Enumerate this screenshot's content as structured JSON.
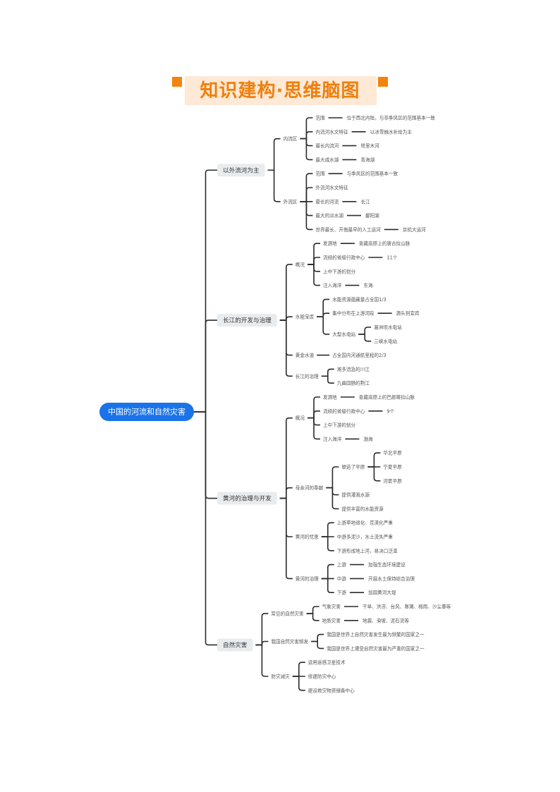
{
  "title": "知识建构·思维脑图",
  "colors": {
    "accent": "#f5820d",
    "title_bg": "#fde9d6",
    "root_fill": "#1a73e8",
    "branch_fill": "#e9ecef",
    "line": "#2b2b2b"
  },
  "mindmap": {
    "root": "中国的河流和自然灾害",
    "branches": [
      {
        "label": "以外流河为主",
        "children": [
          {
            "label": "内流区",
            "children": [
              {
                "label": "范围",
                "value": "位于西北内陆，与非季风区的范围基本一致"
              },
              {
                "label": "内流河水文特征",
                "value": "以冰雪融水补给为主"
              },
              {
                "label": "最长内流河",
                "value": "塔里木河"
              },
              {
                "label": "最大咸水湖",
                "value": "青海湖"
              }
            ]
          },
          {
            "label": "外流区",
            "children": [
              {
                "label": "范围",
                "value": "与季风区的范围基本一致"
              },
              {
                "label": "外流河水文特征"
              },
              {
                "label": "最长的河流",
                "value": "长江"
              },
              {
                "label": "最大的淡水湖",
                "value": "鄱阳湖"
              },
              {
                "label": "世界最长、开凿最早的人工运河",
                "value": "京杭大运河"
              }
            ]
          }
        ]
      },
      {
        "label": "长江的开发与治理",
        "children": [
          {
            "label": "概况",
            "children": [
              {
                "label": "发源地",
                "value": "青藏高原上的唐古拉山脉"
              },
              {
                "label": "流经的省级行政中心",
                "value": "11个"
              },
              {
                "label": "上中下游的划分"
              },
              {
                "label": "注入海洋",
                "value": "东海"
              }
            ]
          },
          {
            "label": "水能宝库",
            "children": [
              {
                "label": "水能资源蕴藏量占全国1/3"
              },
              {
                "label": "集中分布在上游河段",
                "value": "源头到宜宾"
              },
              {
                "label": "大型水电站",
                "children": [
                  {
                    "label": "葛洲坝水电站"
                  },
                  {
                    "label": "三峡水电站"
                  }
                ]
              }
            ]
          },
          {
            "label": "黄金水道",
            "children": [
              {
                "label": "占全国内河通航里程的2/3"
              }
            ]
          },
          {
            "label": "长江的治理",
            "children": [
              {
                "label": "滩多流急的川江"
              },
              {
                "label": "九曲回肠的荆江"
              }
            ]
          }
        ]
      },
      {
        "label": "黄河的治理与开发",
        "children": [
          {
            "label": "概况",
            "children": [
              {
                "label": "发源地",
                "value": "青藏高原上的巴颜喀拉山脉"
              },
              {
                "label": "流经的省级行政中心",
                "value": "9个"
              },
              {
                "label": "上中下游的划分"
              },
              {
                "label": "注入海洋",
                "value": "渤海"
              }
            ]
          },
          {
            "label": "母亲河的奉献",
            "children": [
              {
                "label": "塑造了平原",
                "children": [
                  {
                    "label": "华北平原"
                  },
                  {
                    "label": "宁夏平原"
                  },
                  {
                    "label": "河套平原"
                  }
                ]
              },
              {
                "label": "提供灌溉水源"
              },
              {
                "label": "提供丰富的水能资源"
              }
            ]
          },
          {
            "label": "黄河的忧患",
            "children": [
              {
                "label": "上游草地退化、荒漠化严重"
              },
              {
                "label": "中游多泥沙，水土流失严重"
              },
              {
                "label": "下游形成地上河，易决口泛滥"
              }
            ]
          },
          {
            "label": "黄河的治理",
            "children": [
              {
                "label": "上游",
                "value": "加强生态环境建设"
              },
              {
                "label": "中游",
                "value": "开展水土保持综合治理"
              },
              {
                "label": "下游",
                "value": "加固黄河大堤"
              }
            ]
          }
        ]
      },
      {
        "label": "自然灾害",
        "children": [
          {
            "label": "常见的自然灾害",
            "children": [
              {
                "label": "气象灾害",
                "value": "干旱、洪涝、台风、寒潮、梅雨、沙尘暴等"
              },
              {
                "label": "地质灾害",
                "value": "地震、滑坡、泥石流等"
              }
            ]
          },
          {
            "label": "我国自然灾害频发",
            "children": [
              {
                "label": "我国是世界上自然灾害发生最为频繁的国家之一"
              },
              {
                "label": "我国是世界上遭受自然灾害最为严重的国家之一"
              }
            ]
          },
          {
            "label": "防灾减灾",
            "children": [
              {
                "label": "运用遥感卫星技术"
              },
              {
                "label": "修建防灾中心"
              },
              {
                "label": "建设救灾物资储备中心"
              }
            ]
          }
        ]
      }
    ]
  }
}
